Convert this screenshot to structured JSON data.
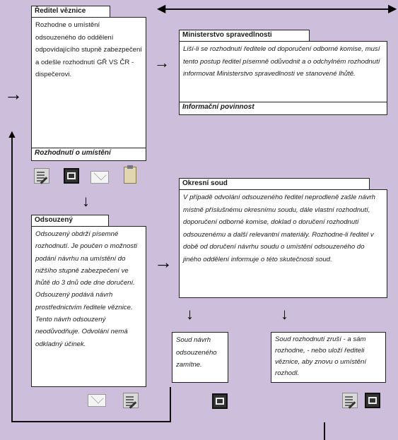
{
  "reditel": {
    "title": "Ředitel věznice",
    "text": "Rozhodne o umístění odsouzeného do oddělení odpovídajícího stupně zabezpečení a odešle rozhodnutí GŘ VS ČR - dispečerovi.",
    "footer": "Rozhodnutí o umístění"
  },
  "ministerstvo": {
    "title": "Ministerstvo spravedlnosti",
    "text": "Liší-li se rozhodnutí ředitele od doporučení odborné komise, musí tento postup ředitel písemně odůvodnit a o odchylném rozhodnutí informovat Ministerstvo spravedlnosti ve stanovené lhůtě.",
    "footer": "Informační povinnost"
  },
  "odsouzeny": {
    "title": "Odsouzený",
    "text": "Odsouzený obdrží písemné rozhodnutí. Je poučen o možnosti podání návrhu na umístění do nižšího stupně zabezpečení ve lhůtě do 3 dnů ode dne doručení. Odsouzený podává návrh prostřednictvím ředitele věznice. Tento návrh odsouzený neodůvodňuje. Odvolání nemá odkladný účinek."
  },
  "okresni": {
    "title": "Okresní soud",
    "text": "V případě odvolání odsouzeného ředitel neprodleně zašle návrh místně příslušnému okresnímu soudu, dále vlastní rozhodnutí, doporučení odborné komise, doklad o doručení rozhodnutí odsouzenému a další relevantní materiály. Rozhodne-li ředitel v době od doručení návrhu soudu o umístění odsouzeného do jiného oddělení informuje o této skutečnosti soud."
  },
  "zamitne": {
    "text": "Soud návrh odsouzeného zamítne."
  },
  "zrusi": {
    "text": "Soud rozhodnutí zruší - a sám rozhodne, - nebo uloží řediteli věznice, aby znovu o umístění rozhodl."
  },
  "arrows": {
    "right": "→",
    "down": "↓"
  },
  "icons": [
    "document-edit-icon",
    "dark-frame-icon",
    "envelope-icon",
    "clipboard-icon"
  ]
}
